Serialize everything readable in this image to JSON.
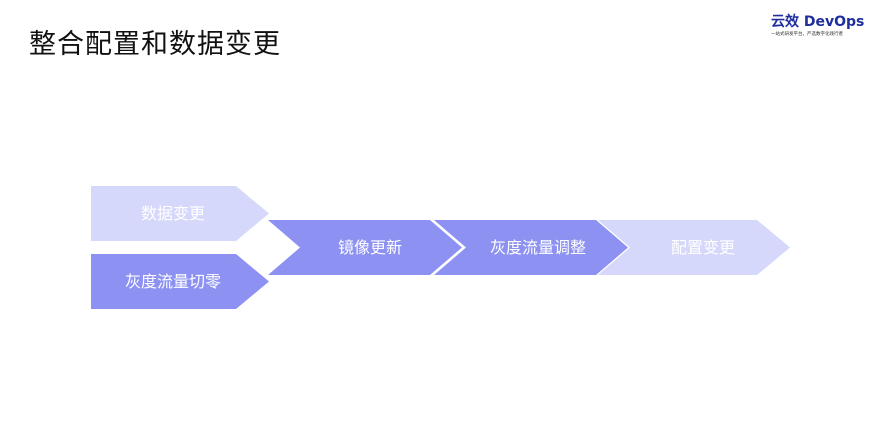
{
  "slide": {
    "title": "整合配置和数据变更"
  },
  "brand": {
    "name": "云效 DevOps",
    "tagline": "一站式研发平台，严选数字化践行者"
  },
  "flow": {
    "steps": [
      {
        "label": "数据变更",
        "color": "#d5d8fa"
      },
      {
        "label": "灰度流量切零",
        "color": "#8c91f2"
      },
      {
        "label": "镜像更新",
        "color": "#8c91f2"
      },
      {
        "label": "灰度流量调整",
        "color": "#8c91f2"
      },
      {
        "label": "配置变更",
        "color": "#d5d8fa"
      }
    ]
  }
}
